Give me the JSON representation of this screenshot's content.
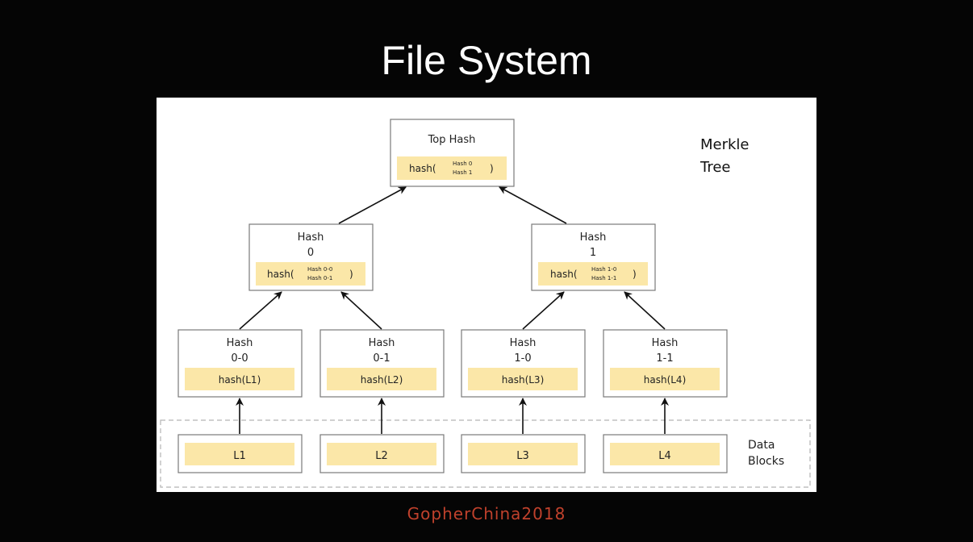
{
  "slide": {
    "title": "File System",
    "footer": "GopherChina2018"
  },
  "diagram": {
    "label_merkle": [
      "Merkle",
      "Tree"
    ],
    "label_data_blocks": [
      "Data",
      "Blocks"
    ],
    "top": {
      "title": "Top Hash",
      "fn": "hash(",
      "close": ")",
      "args": [
        "Hash 0",
        "Hash 1"
      ]
    },
    "hash0": {
      "title": [
        "Hash",
        "0"
      ],
      "fn": "hash(",
      "close": ")",
      "args": [
        "Hash 0-0",
        "Hash 0-1"
      ]
    },
    "hash1": {
      "title": [
        "Hash",
        "1"
      ],
      "fn": "hash(",
      "close": ")",
      "args": [
        "Hash 1-0",
        "Hash 1-1"
      ]
    },
    "leaf_hashes": [
      {
        "title": [
          "Hash",
          "0-0"
        ],
        "fn": "hash(L1)"
      },
      {
        "title": [
          "Hash",
          "0-1"
        ],
        "fn": "hash(L2)"
      },
      {
        "title": [
          "Hash",
          "1-0"
        ],
        "fn": "hash(L3)"
      },
      {
        "title": [
          "Hash",
          "1-1"
        ],
        "fn": "hash(L4)"
      }
    ],
    "blocks": [
      "L1",
      "L2",
      "L3",
      "L4"
    ]
  }
}
